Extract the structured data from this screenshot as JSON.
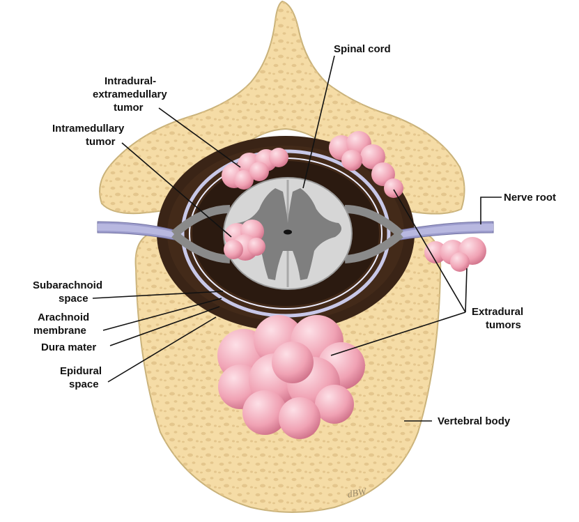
{
  "labels": {
    "spinal_cord": "Spinal cord",
    "intradural_1": "Intradural-",
    "intradural_2": "extramedullary",
    "intradural_3": "tumor",
    "intramedullary_1": "Intramedullary",
    "intramedullary_2": "tumor",
    "nerve_root": "Nerve root",
    "subarachnoid_1": "Subarachnoid",
    "subarachnoid_2": "space",
    "arachnoid_1": "Arachnoid",
    "arachnoid_2": "membrane",
    "dura": "Dura mater",
    "epidural_1": "Epidural",
    "epidural_2": "space",
    "extradural_1": "Extradural",
    "extradural_2": "tumors",
    "vertebral_body": "Vertebral body"
  },
  "signature": "dBW",
  "colors": {
    "bone": "#f5dca6",
    "bone_outline": "#c9b27a",
    "bone_pore": "#e2c48a",
    "epidural_dark": "#3a2416",
    "grey_matter": "#7f7f7f",
    "white_matter": "#d6d6d6",
    "dura": "#c8c8e8",
    "tumor": "#f2a6b8",
    "tumor_shadow": "#d67a92"
  }
}
